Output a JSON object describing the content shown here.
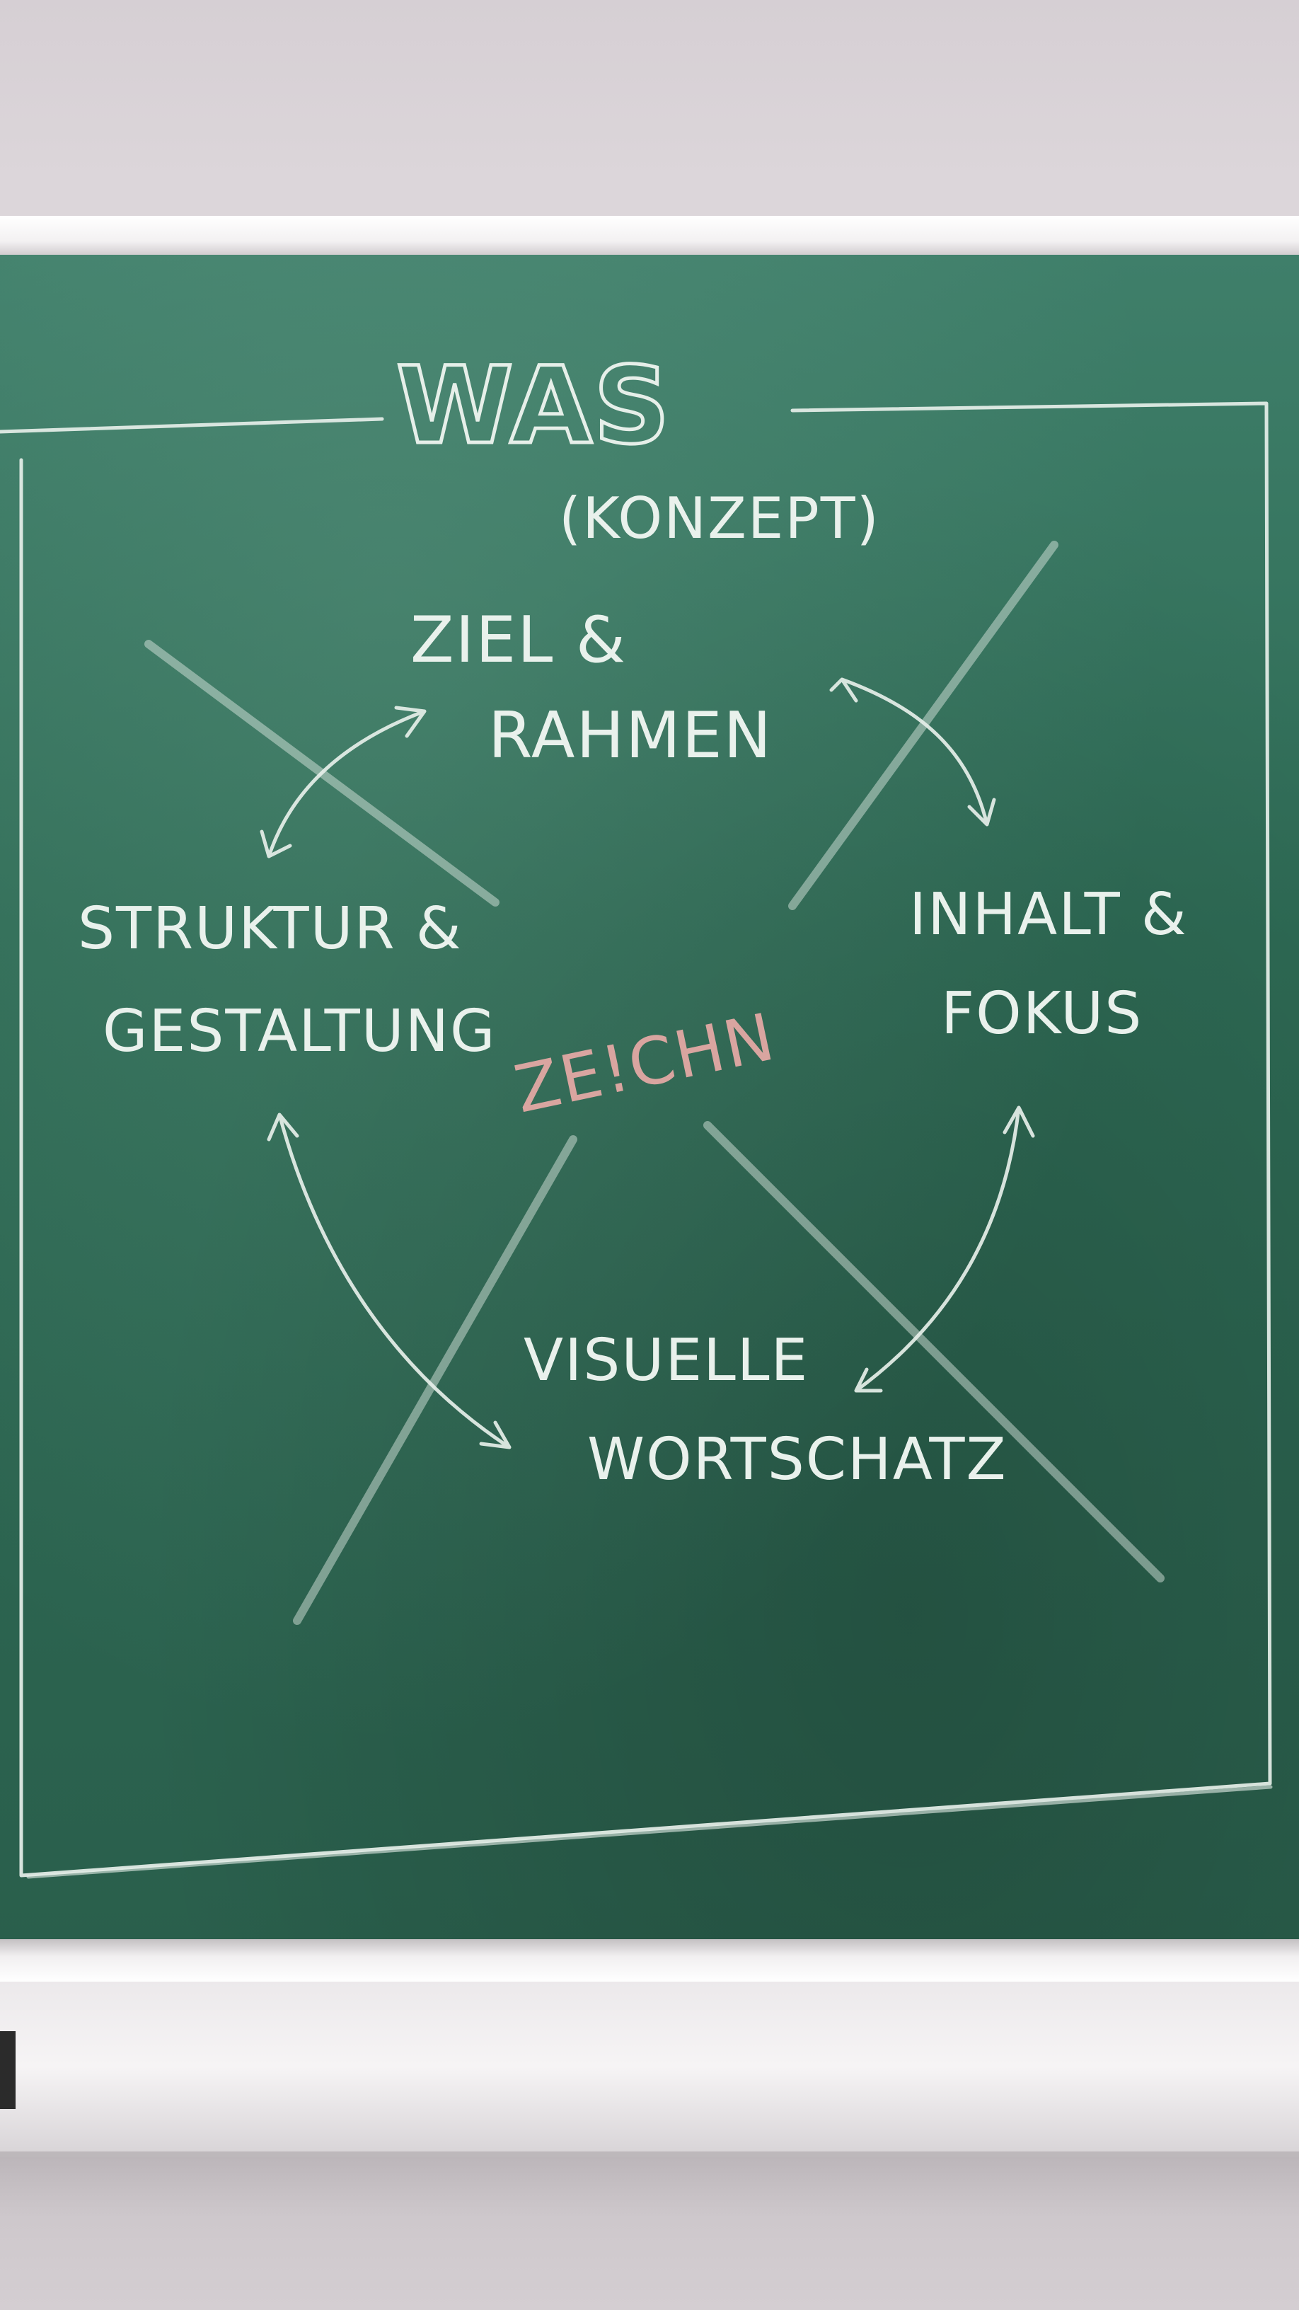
{
  "board": {
    "title": "WAS",
    "subtitle": "(KONZEPT)",
    "top": "ZIEL &",
    "top2": "RAHMEN",
    "left": "STRUKTUR &",
    "left2": "GESTALTUNG",
    "right": "INHALT &",
    "right2": "FOKUS",
    "bottom": "VISUELLE",
    "bottom2": "WORTSCHATZ",
    "center": "ZE!CHN"
  },
  "colors": {
    "chalkboard": "#2e6b55",
    "chalk": "#e6efe9",
    "center_text": "#d9a5a0"
  }
}
